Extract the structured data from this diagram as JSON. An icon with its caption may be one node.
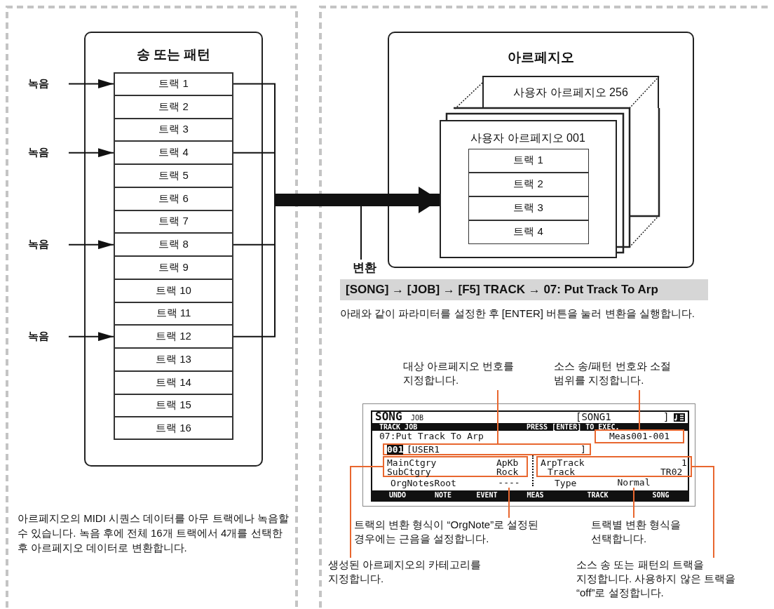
{
  "diagram": {
    "nodes": [
      {
        "text": [
          "송 또는 패턴"
        ]
      },
      {
        "text": [
          "트랙 1"
        ],
        "in": 0
      },
      {
        "text": [
          "트랙 2"
        ],
        "in": 0
      },
      {
        "text": [
          "트랙 3"
        ],
        "in": 0
      },
      {
        "text": [
          "트랙 4"
        ],
        "in": 0
      },
      {
        "text": [
          "트랙 5"
        ],
        "in": 0
      },
      {
        "text": [
          "트랙 6"
        ],
        "in": 0
      },
      {
        "text": [
          "트랙 7"
        ],
        "in": 0
      },
      {
        "text": [
          "트랙 8"
        ],
        "in": 0
      },
      {
        "text": [
          "트랙 9"
        ],
        "in": 0
      },
      {
        "text": [
          "트랙 10"
        ],
        "in": 0
      },
      {
        "text": [
          "트랙 11"
        ],
        "in": 0
      },
      {
        "text": [
          "트랙 12"
        ],
        "in": 0
      },
      {
        "text": [
          "트랙 13"
        ],
        "in": 0
      },
      {
        "text": [
          "트랙 14"
        ],
        "in": 0
      },
      {
        "text": [
          "트랙 15"
        ],
        "in": 0
      },
      {
        "text": [
          "트랙 16"
        ],
        "in": 0
      },
      {
        "text": [
          "녹음"
        ]
      },
      {
        "text": [
          "녹음"
        ]
      },
      {
        "text": [
          "녹음"
        ]
      },
      {
        "text": [
          "녹음"
        ]
      },
      {
        "text": [
          "아르페지오"
        ]
      },
      {
        "text": [
          "사용자 아르페지오 256"
        ],
        "in": 21
      },
      {
        "text": [
          "사용자 아르페지오 001"
        ],
        "in": 21
      },
      {
        "text": [
          "트랙 1"
        ],
        "in": 23
      },
      {
        "text": [
          "트랙 2"
        ],
        "in": 23
      },
      {
        "text": [
          "트랙 3"
        ],
        "in": 23
      },
      {
        "text": [
          "트랙 4"
        ],
        "in": 23
      },
      {
        "text": [
          "변환"
        ]
      },
      {
        "text": [
          "SONG",
          "JOB",
          "[SONG1",
          "]",
          "TRACK JOB",
          "PRESS [ENTER] TO EXEC.",
          "07:Put Track To Arp",
          "OrgNotesRoot",
          "Type",
          "UNDO",
          "NOTE",
          "EVENT",
          "MEAS",
          "TRACK",
          "SONG"
        ]
      },
      {
        "text": [
          "Meas001-001"
        ],
        "in": 29
      },
      {
        "text": [
          "001",
          "[USER1",
          "]"
        ],
        "in": 29
      },
      {
        "text": [
          "MainCtgry",
          "ApKb",
          "SubCtgry",
          "Rock"
        ],
        "in": 29
      },
      {
        "text": [
          "ArpTrack",
          "1",
          "Track",
          "TR02"
        ],
        "in": 29
      },
      {
        "text": [
          "----"
        ],
        "in": 29
      },
      {
        "text": [
          "Normal"
        ],
        "in": 29
      },
      {
        "text": [
          "대상 아르페지오 번호를 지정합니다."
        ]
      },
      {
        "text": [
          "소스 송/패턴 번호와 소절 범위를 지정합니다."
        ]
      },
      {
        "text": [
          "트랙의 변환 형식이 “OrgNote”로 설정된 경우에는 근음을 설정합니다."
        ]
      },
      {
        "text": [
          "트랙별 변환 형식을 선택합니다."
        ]
      },
      {
        "text": [
          "생성된 아르페지오의 카테고리를 지정합니다."
        ]
      },
      {
        "text": [
          "소스 송 또는 패턴의 트랙을 지정합니다. 사용하지 않은 트랙을 “off”로 설정합니다."
        ]
      }
    ],
    "edges": [
      {
        "from": 17,
        "to": 1,
        "arrow": "to"
      },
      {
        "from": 18,
        "to": 4,
        "arrow": "to"
      },
      {
        "from": 19,
        "to": 8,
        "arrow": "to"
      },
      {
        "from": 20,
        "to": 12,
        "arrow": "to"
      },
      {
        "from": 1,
        "to": 23,
        "arrow": "to"
      },
      {
        "from": 4,
        "to": 23,
        "arrow": "to"
      },
      {
        "from": 8,
        "to": 23,
        "arrow": "to"
      },
      {
        "from": 12,
        "to": 23,
        "arrow": "to"
      },
      {
        "from": 28,
        "to": null,
        "arrow": "none"
      },
      {
        "from": 36,
        "to": 31,
        "arrow": "none",
        "color": "#e8672f"
      },
      {
        "from": 37,
        "to": 30,
        "arrow": "none",
        "color": "#e8672f"
      },
      {
        "from": 38,
        "to": 34,
        "arrow": "none",
        "color": "#e8672f"
      },
      {
        "from": 39,
        "to": 35,
        "arrow": "none",
        "color": "#e8672f"
      },
      {
        "from": 40,
        "to": 32,
        "arrow": "none",
        "color": "#e8672f"
      },
      {
        "from": 41,
        "to": 33,
        "arrow": "none",
        "color": "#e8672f"
      }
    ],
    "labels": [
      "[SONG] → [JOB] → [F5] TRACK → 07: Put Track To Arp",
      "아래와 같이 파라미터를 설정한 후 [ENTER] 버튼을 눌러 변환을 실행합니다.",
      "아르페지오의 MIDI 시퀀스 데이터를 아무 트랙에나 녹음할 수 있습니다. 녹음 후에 전체 16개 트랙에서 4개를 선택한 후 아르페지오 데이터로 변환합니다."
    ]
  }
}
